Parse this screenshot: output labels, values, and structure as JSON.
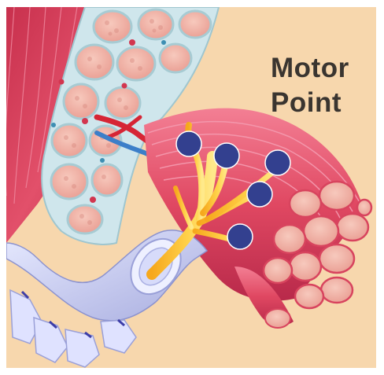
{
  "title": {
    "line1": "Motor",
    "line2": "Point"
  },
  "colors": {
    "background": "#f7d7ad",
    "muscle_red": "#dc4560",
    "muscle_light": "#f07a8f",
    "fascicle_sheath": "#cfe6ec",
    "fascicle_fill": "#f0b2a8",
    "nerve_yellow": "#f5c330",
    "nerve_sheath": "#b9bfee",
    "motor_point_marker": "#33408f",
    "title_text": "#3a3530"
  },
  "motor_point_markers": [
    {
      "id": "marker-1"
    },
    {
      "id": "marker-2"
    },
    {
      "id": "marker-3"
    },
    {
      "id": "marker-4"
    },
    {
      "id": "marker-5"
    }
  ]
}
